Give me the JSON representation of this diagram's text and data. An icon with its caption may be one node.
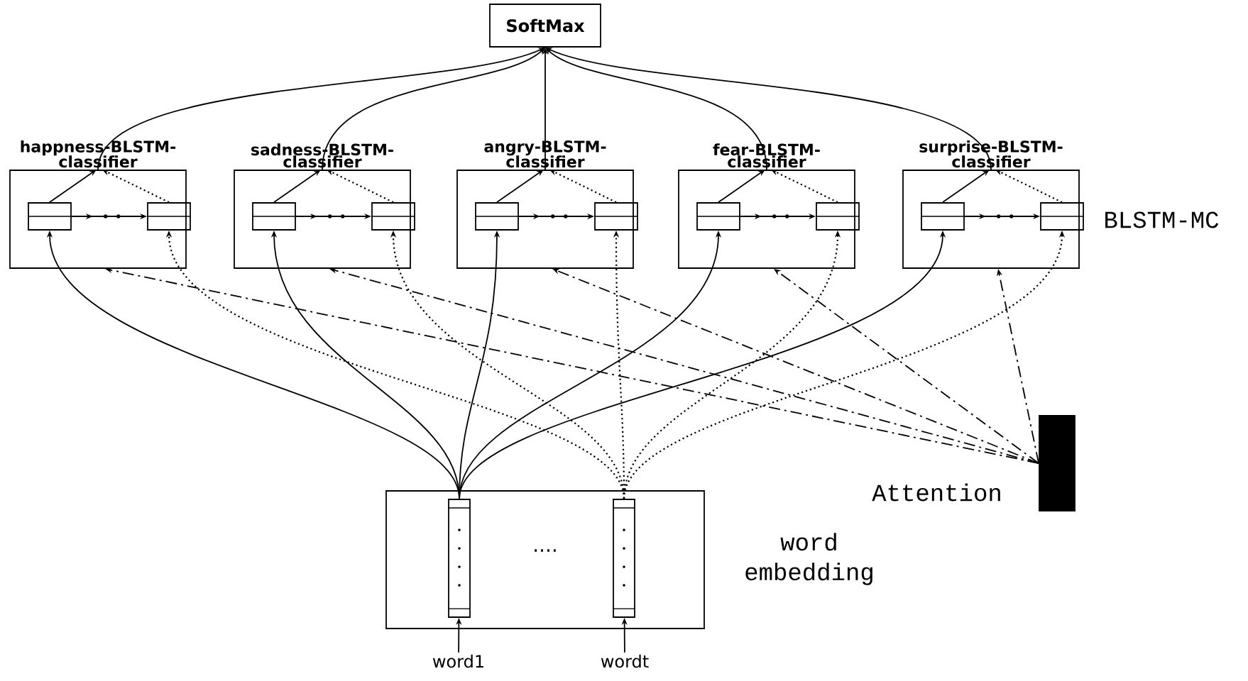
{
  "diagram": {
    "nodes": [
      {
        "text": [
          "SoftMax"
        ]
      },
      {
        "text": [
          "happness-BLSTM-classifier"
        ]
      },
      {
        "text": [],
        "shape": "box",
        "in": 1
      },
      {
        "text": [],
        "shape": "box",
        "in": 1
      },
      {
        "text": [
          "sadness-BLSTM-classifier"
        ]
      },
      {
        "text": [],
        "shape": "box",
        "in": 4
      },
      {
        "text": [],
        "shape": "box",
        "in": 4
      },
      {
        "text": [
          "angry-BLSTM-classifier"
        ]
      },
      {
        "text": [],
        "shape": "box",
        "in": 7
      },
      {
        "text": [],
        "shape": "box",
        "in": 7
      },
      {
        "text": [
          "fear-BLSTM-classifier"
        ]
      },
      {
        "text": [],
        "shape": "box",
        "in": 10
      },
      {
        "text": [],
        "shape": "box",
        "in": 10
      },
      {
        "text": [
          "surprise-BLSTM-classifier"
        ]
      },
      {
        "text": [],
        "shape": "box",
        "in": 13
      },
      {
        "text": [],
        "shape": "box",
        "in": 13
      },
      {
        "text": [],
        "shape": "box",
        "beside": [
          "word embedding"
        ]
      },
      {
        "text": [],
        "shape": "bar",
        "in": 16
      },
      {
        "text": [],
        "shape": "bar",
        "in": 16
      },
      {
        "text": [
          "word1"
        ]
      },
      {
        "text": [
          "wordt"
        ]
      },
      {
        "text": [],
        "shape": "bar",
        "beside": [
          "Attention"
        ]
      }
    ],
    "edges": [
      {
        "from": 2,
        "to": 3,
        "arrow": "to"
      },
      {
        "from": 2,
        "to": 1,
        "arrow": "to"
      },
      {
        "from": 3,
        "to": 1,
        "arrow": "to",
        "style": "dashed"
      },
      {
        "from": 1,
        "to": 0,
        "arrow": "to"
      },
      {
        "from": 5,
        "to": 6,
        "arrow": "to"
      },
      {
        "from": 5,
        "to": 4,
        "arrow": "to"
      },
      {
        "from": 6,
        "to": 4,
        "arrow": "to",
        "style": "dashed"
      },
      {
        "from": 4,
        "to": 0,
        "arrow": "to"
      },
      {
        "from": 8,
        "to": 9,
        "arrow": "to"
      },
      {
        "from": 8,
        "to": 7,
        "arrow": "to"
      },
      {
        "from": 9,
        "to": 7,
        "arrow": "to",
        "style": "dashed"
      },
      {
        "from": 7,
        "to": 0,
        "arrow": "to"
      },
      {
        "from": 11,
        "to": 12,
        "arrow": "to"
      },
      {
        "from": 11,
        "to": 10,
        "arrow": "to"
      },
      {
        "from": 12,
        "to": 10,
        "arrow": "to",
        "style": "dashed"
      },
      {
        "from": 10,
        "to": 0,
        "arrow": "to"
      },
      {
        "from": 14,
        "to": 15,
        "arrow": "to"
      },
      {
        "from": 14,
        "to": 13,
        "arrow": "to"
      },
      {
        "from": 15,
        "to": 13,
        "arrow": "to",
        "style": "dashed"
      },
      {
        "from": 13,
        "to": 0,
        "arrow": "to"
      },
      {
        "from": 17,
        "to": 2,
        "arrow": "to"
      },
      {
        "from": 17,
        "to": 5,
        "arrow": "to"
      },
      {
        "from": 17,
        "to": 8,
        "arrow": "to"
      },
      {
        "from": 17,
        "to": 11,
        "arrow": "to"
      },
      {
        "from": 17,
        "to": 14,
        "arrow": "to"
      },
      {
        "from": 18,
        "to": 3,
        "arrow": "to",
        "style": "dashed"
      },
      {
        "from": 18,
        "to": 6,
        "arrow": "to",
        "style": "dashed"
      },
      {
        "from": 18,
        "to": 9,
        "arrow": "to",
        "style": "dashed"
      },
      {
        "from": 18,
        "to": 12,
        "arrow": "to",
        "style": "dashed"
      },
      {
        "from": 18,
        "to": 15,
        "arrow": "to",
        "style": "dashed"
      },
      {
        "from": 21,
        "to": 1,
        "arrow": "to",
        "style": "dashed"
      },
      {
        "from": 21,
        "to": 4,
        "arrow": "to",
        "style": "dashed"
      },
      {
        "from": 21,
        "to": 7,
        "arrow": "to",
        "style": "dashed"
      },
      {
        "from": 21,
        "to": 10,
        "arrow": "to",
        "style": "dashed"
      },
      {
        "from": 21,
        "to": 13,
        "arrow": "to",
        "style": "dashed"
      },
      {
        "from": 19,
        "to": 17,
        "arrow": "to"
      },
      {
        "from": 20,
        "to": 18,
        "arrow": "to"
      }
    ],
    "labels": [
      "····",
      "BLSTM-MC"
    ]
  }
}
